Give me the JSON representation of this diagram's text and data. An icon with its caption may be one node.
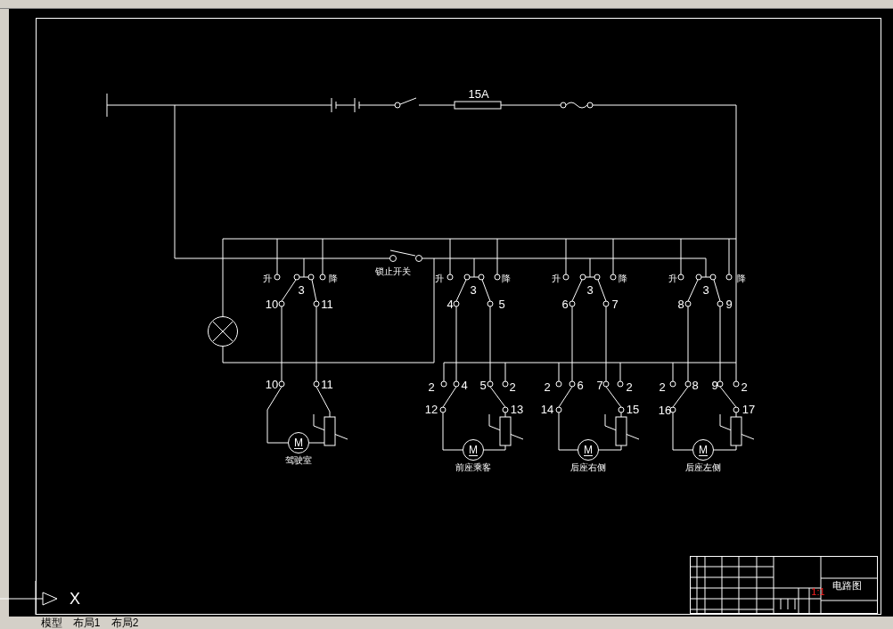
{
  "diagram": {
    "nodes": [
      {
        "text": [],
        "shape": "circle"
      },
      {
        "text": [
          "M"
        ],
        "beside": [
          "驾驶室"
        ]
      },
      {
        "text": [
          "M"
        ],
        "beside": [
          "前座乘客"
        ]
      },
      {
        "text": [
          "M"
        ],
        "beside": [
          "后座右侧"
        ]
      },
      {
        "text": [
          "M"
        ],
        "beside": [
          "后座左侧"
        ]
      }
    ],
    "labels": [
      "15A",
      "锁止开关",
      "升",
      "降",
      "升",
      "降",
      "升",
      "降",
      "升",
      "降",
      "3",
      "3",
      "3",
      "3",
      "10",
      "11",
      "4",
      "5",
      "6",
      "7",
      "8",
      "9",
      "10",
      "11",
      "2",
      "4",
      "5",
      "2",
      "2",
      "6",
      "7",
      "2",
      "2",
      "8",
      "9",
      "2",
      "12",
      "13",
      "14",
      "15",
      "16",
      "17",
      "电路图",
      "1:1",
      "X",
      "模型",
      "布局1",
      "布局2"
    ]
  }
}
